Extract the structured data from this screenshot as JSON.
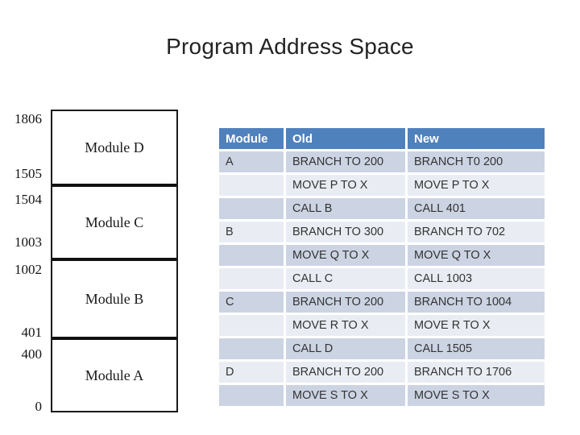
{
  "slide": {
    "title": "Program Address Space"
  },
  "diagram": {
    "addresses": [
      {
        "label": "1806"
      },
      {
        "label": "1505"
      },
      {
        "label": "1504"
      },
      {
        "label": "1003"
      },
      {
        "label": "1002"
      },
      {
        "label": "401"
      },
      {
        "label": "400"
      },
      {
        "label": "0"
      }
    ],
    "modules": [
      {
        "name": "Module D",
        "top_addr": "1806",
        "bottom_addr": "1505"
      },
      {
        "name": "Module C",
        "top_addr": "1504",
        "bottom_addr": "1003"
      },
      {
        "name": "Module B",
        "top_addr": "1002",
        "bottom_addr": "401"
      },
      {
        "name": "Module A",
        "top_addr": "400",
        "bottom_addr": "0"
      }
    ]
  },
  "table": {
    "headers": {
      "module": "Module",
      "old": "Old",
      "new": "New"
    },
    "rows": [
      {
        "module": "A",
        "old": "BRANCH TO 200",
        "new": "BRANCH T0 200"
      },
      {
        "module": "",
        "old": "MOVE P TO X",
        "new": "MOVE P TO X"
      },
      {
        "module": "",
        "old": "CALL B",
        "new": "CALL 401"
      },
      {
        "module": "B",
        "old": "BRANCH TO 300",
        "new": "BRANCH TO 702"
      },
      {
        "module": "",
        "old": "MOVE Q TO X",
        "new": "MOVE Q TO X"
      },
      {
        "module": "",
        "old": "CALL C",
        "new": "CALL 1003"
      },
      {
        "module": "C",
        "old": "BRANCH TO 200",
        "new": "BRANCH TO 1004"
      },
      {
        "module": "",
        "old": "MOVE R TO X",
        "new": "MOVE R TO X"
      },
      {
        "module": "",
        "old": "CALL D",
        "new": "CALL 1505"
      },
      {
        "module": "D",
        "old": "BRANCH TO 200",
        "new": "BRANCH TO 1706"
      },
      {
        "module": "",
        "old": "MOVE S TO X",
        "new": "MOVE S TO X"
      }
    ]
  },
  "colors": {
    "header_bg": "#4F81BD",
    "band_dark": "#CCD4E3",
    "band_light": "#E9EDF3",
    "header_text": "#FFFFFF",
    "cell_text": "#333333",
    "title_text": "#232323"
  }
}
